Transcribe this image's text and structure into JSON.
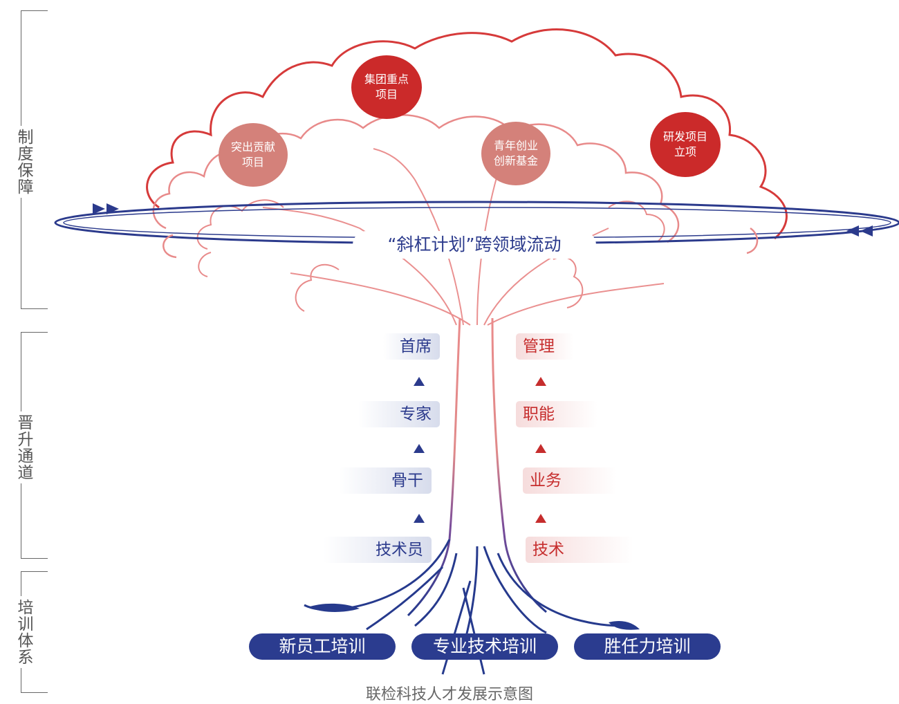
{
  "side_labels": {
    "system": "制度保障",
    "promotion": "晋升通道",
    "training": "培训体系"
  },
  "projects": {
    "group_key": "集团重点\n项目",
    "outstanding": "突出贡献\n项目",
    "youth_fund": "青年创业\n创新基金",
    "rd_project": "研发项目\n立项"
  },
  "flow_label": "“斜杠计划”跨领域流动",
  "ladders": {
    "tech": [
      "首席",
      "专家",
      "骨干",
      "技术员"
    ],
    "mgmt": [
      "管理",
      "职能",
      "业务",
      "技术"
    ]
  },
  "training": [
    "新员工培训",
    "专业技术培训",
    "胜任力培训"
  ],
  "caption": "联检科技人才发展示意图",
  "colors": {
    "navy": "#2b3a8c",
    "red": "#c62d2d",
    "red_light": "#d4817a",
    "crown_dark": "#d23a3a",
    "crown_light": "#eb8f8f"
  },
  "icons": [
    "arrow-up-icon",
    "double-arrow-icon"
  ]
}
